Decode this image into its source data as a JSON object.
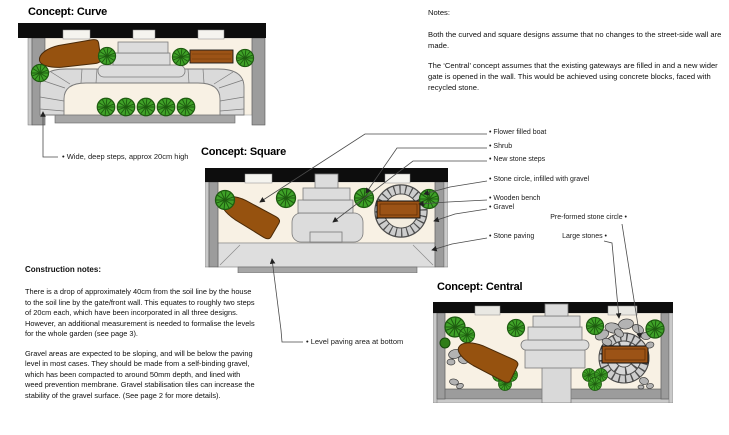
{
  "document": {
    "kind": "garden design concept sheet"
  },
  "concepts": {
    "curve": {
      "title": "Concept: Curve"
    },
    "square": {
      "title": "Concept: Square"
    },
    "central": {
      "title": "Concept: Central"
    }
  },
  "notes": {
    "heading": "Notes:",
    "paragraphs": [
      "Both the curved and square designs assume that no changes to the street-side wall are made.",
      "The ‘Central’ concept assumes that the existing gateways are filled in and a new wider gate is opened in the wall. This would be achieved using concrete blocks, faced with recycled stone."
    ]
  },
  "construction_notes": {
    "heading": "Construction notes:",
    "paragraphs": [
      "There is a drop of approximately 40cm from the soil line by the house to the soil line by the gate/front wall.  This equates to roughly two steps of 20cm each, which have been incorporated in all three designs.  However, an additional measurement is needed to formalise the levels for the whole garden (see page 3).",
      "Gravel areas are expected to be sloping, and will be below the paving level in most cases.  They should be made from a self-binding gravel, which has been compacted to around 50mm depth, and lined with weed prevention membrane. Gravel stabilisation tiles can increase the stability of the gravel surface.  (See page 2 for more details)."
    ]
  },
  "callouts": {
    "wide_steps": "Wide, deep steps, approx 20cm high",
    "level_paving": "Level paving area at bottom",
    "flower_boat": "Flower filled boat",
    "shrub": "Shrub",
    "new_stone_steps": "New stone steps",
    "stone_circle": "Stone circle, infilled with gravel",
    "wooden_bench": "Wooden bench",
    "gravel": "Gravel",
    "pre_formed_circle": "Pre-formed stone circle",
    "stone_paving": "Stone paving",
    "large_stones": "Large stones"
  },
  "colors": {
    "street_wall": "#0d0d0d",
    "masonry_gray": "#9c9c9c",
    "floor_gravel": "#f8f1e4",
    "steps_gray": "#dcdcdc",
    "boat_brown": "#96520f",
    "bench_brown": "#9c5316",
    "shrub_green": "#3fa228",
    "stone_gray": "#b3b3b3"
  }
}
